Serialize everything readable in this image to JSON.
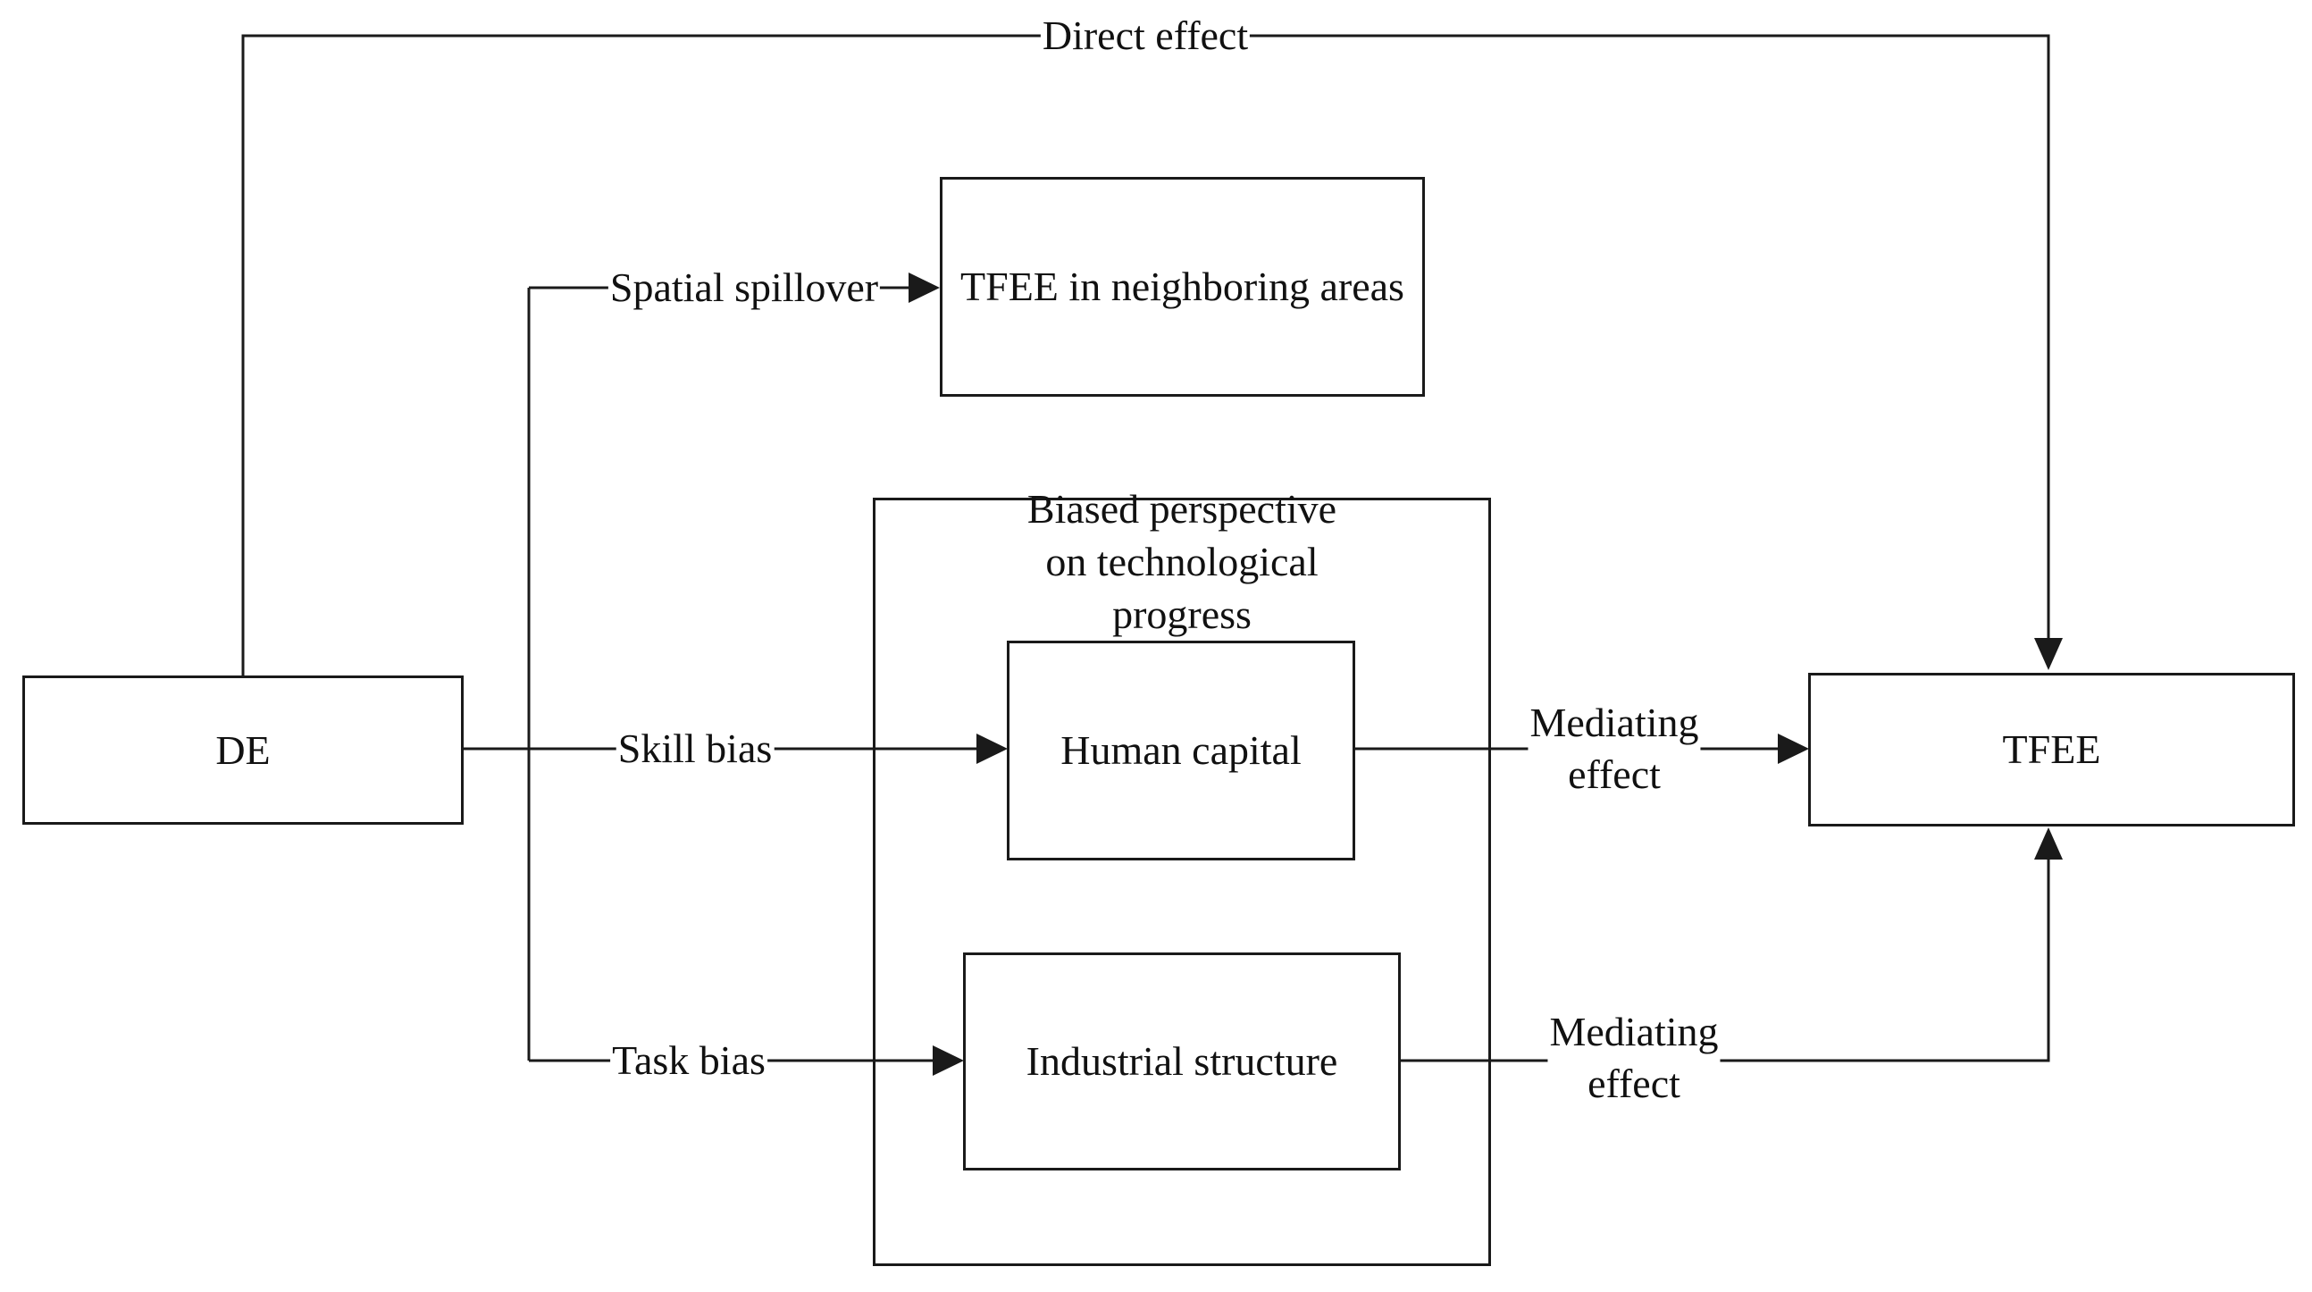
{
  "nodes": {
    "de": "DE",
    "tfee": "TFEE",
    "tfee_neighbor": "TFEE in neighboring areas",
    "human_capital": "Human capital",
    "industrial_structure": "Industrial structure"
  },
  "group": {
    "title_line1": "Biased perspective",
    "title_line2": "on technological",
    "title_line3": "progress"
  },
  "edges": {
    "direct_effect": "Direct effect",
    "spatial_spillover": "Spatial spillover",
    "skill_bias": "Skill bias",
    "task_bias": "Task bias",
    "mediating_1_line1": "Mediating",
    "mediating_1_line2": "effect",
    "mediating_2_line1": "Mediating",
    "mediating_2_line2": "effect"
  },
  "colors": {
    "line": "#1a1a1a",
    "background": "#ffffff"
  }
}
